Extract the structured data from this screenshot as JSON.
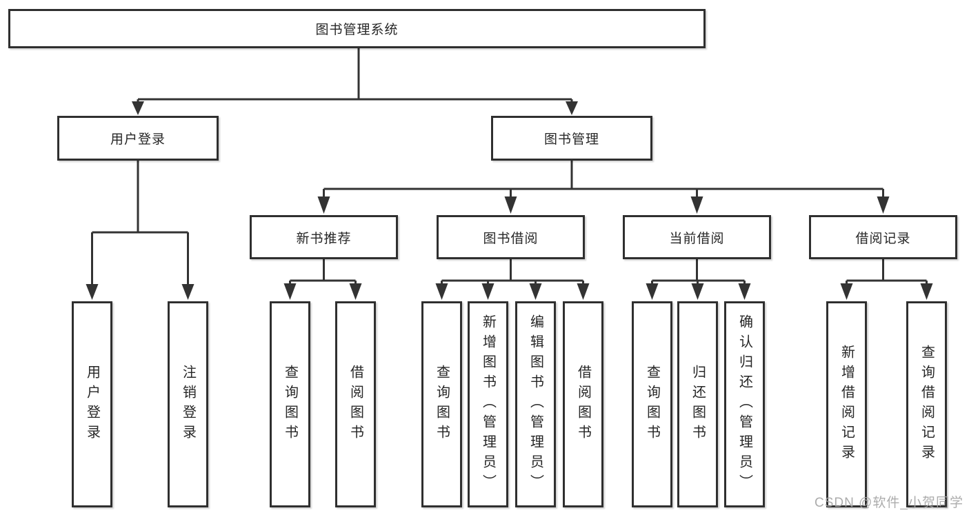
{
  "watermark": "CSDN @软件_小贺同学",
  "colors": {
    "line": "#333333",
    "node_border": "#2f2f2f",
    "node_fill": "#ffffff",
    "label_text": "#262626",
    "watermark_text": "#a5a5a5"
  },
  "tree": {
    "label": "图书管理系统",
    "children": [
      {
        "label": "用户登录",
        "children": [
          {
            "label": "用户登录"
          },
          {
            "label": "注销登录"
          }
        ]
      },
      {
        "label": "图书管理",
        "children": [
          {
            "label": "新书推荐",
            "children": [
              {
                "label": "查询图书"
              },
              {
                "label": "借阅图书"
              }
            ]
          },
          {
            "label": "图书借阅",
            "children": [
              {
                "label": "查询图书"
              },
              {
                "label": "新增图书（管理员）"
              },
              {
                "label": "编辑图书（管理员）"
              },
              {
                "label": "借阅图书"
              }
            ]
          },
          {
            "label": "当前借阅",
            "children": [
              {
                "label": "查询图书"
              },
              {
                "label": "归还图书"
              },
              {
                "label": "确认归还（管理员）"
              }
            ]
          },
          {
            "label": "借阅记录",
            "children": [
              {
                "label": "新增借阅记录"
              },
              {
                "label": "查询借阅记录"
              }
            ]
          }
        ]
      }
    ]
  }
}
